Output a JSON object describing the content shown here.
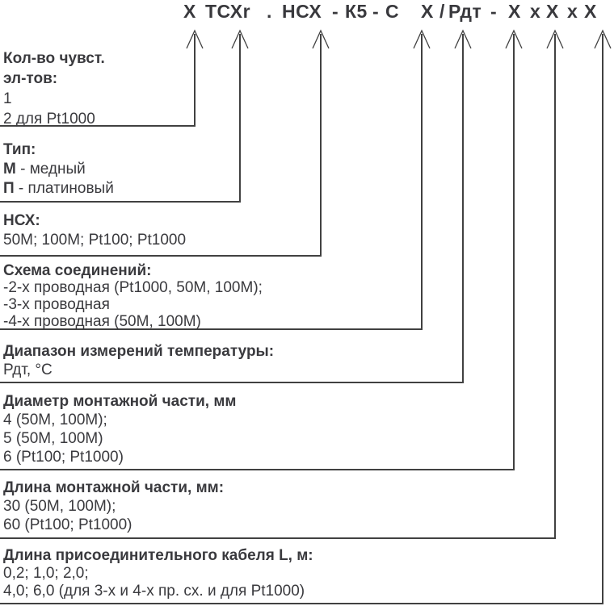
{
  "colors": {
    "text": "#3a3a3e",
    "line": "#414141",
    "background": "#ffffff"
  },
  "title": {
    "full_code": "Х ТСХr . НСХ - К5 - С Х / Рдт - Х х Х х Х",
    "segments": [
      "Х",
      "ТСХr",
      ".",
      "НСХ",
      "-",
      "К5",
      "-",
      "С",
      "Х",
      "/",
      "Рдт",
      "-",
      "Х",
      "х",
      "Х",
      "х",
      "Х"
    ]
  },
  "sections": [
    {
      "id": "sensing-elements",
      "heading": [
        "Кол-во чувст.",
        "эл-тов:"
      ],
      "rows": [
        "1",
        "2 для Pt1000"
      ]
    },
    {
      "id": "type",
      "heading": [
        "Тип:"
      ],
      "rows_split": [
        {
          "b": "М",
          "t": " - медный"
        },
        {
          "b": "П",
          "t": " - платиновый"
        }
      ]
    },
    {
      "id": "nsx",
      "heading": [
        "НСХ:"
      ],
      "rows": [
        "50М; 100М; Pt100; Pt1000"
      ]
    },
    {
      "id": "wiring-scheme",
      "heading": [
        "Схема соединений:"
      ],
      "rows": [
        "-2-х проводная (Pt1000, 50М, 100М);",
        "-3-х проводная",
        "-4-х проводная (50М, 100М)"
      ]
    },
    {
      "id": "temperature-range",
      "heading": [
        "Диапазон измерений температуры:"
      ],
      "rows": [
        "Рдт, °С"
      ]
    },
    {
      "id": "mounting-diameter",
      "heading": [
        "Диаметр монтажной части, мм"
      ],
      "rows": [
        "4 (50М, 100М);",
        "5 (50М, 100М)",
        "6 (Pt100; Pt1000)"
      ]
    },
    {
      "id": "mounting-length",
      "heading": [
        "Длина монтажной части, мм:"
      ],
      "rows": [
        "30 (50М, 100М);",
        "60 (Pt100; Pt1000)"
      ]
    },
    {
      "id": "cable-length",
      "heading": [
        "Длина присоединительного кабеля L, м:"
      ],
      "rows": [
        "0,2; 1,0; 2,0;",
        "4,0; 6,0 (для 3-х и 4-х пр. сх. и для Pt1000)"
      ]
    }
  ]
}
